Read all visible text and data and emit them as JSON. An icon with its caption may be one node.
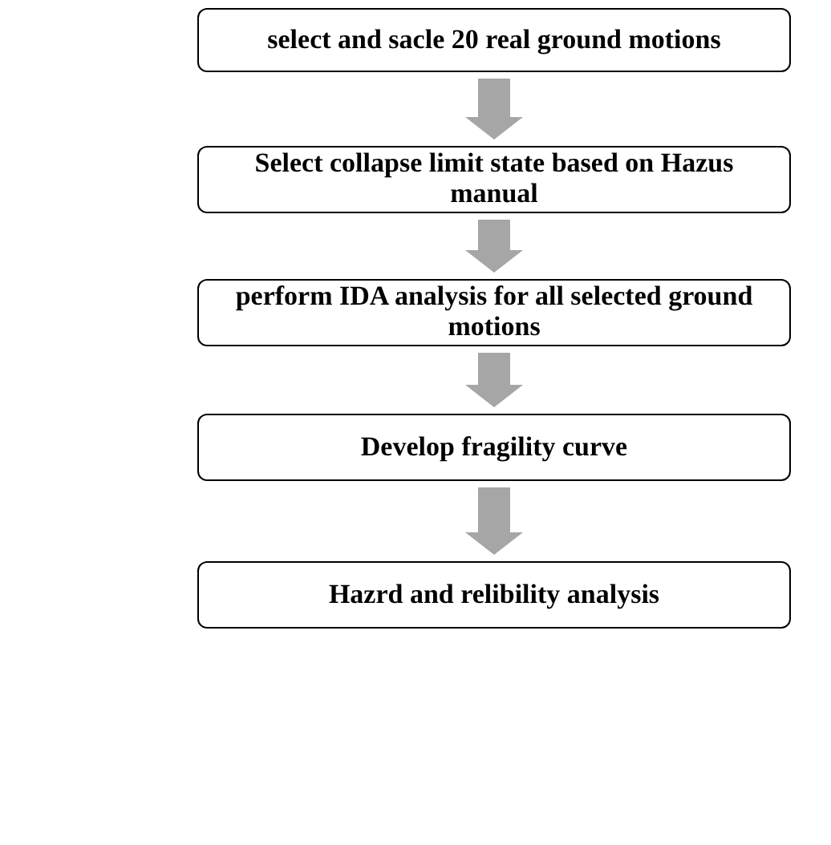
{
  "diagram": {
    "nodes": [
      {
        "text": [
          "select and sacle 20 real ground motions"
        ]
      },
      {
        "text": [
          "Select collapse limit state based on Hazus manual"
        ]
      },
      {
        "text": [
          "perform IDA analysis for all selected ground motions"
        ]
      },
      {
        "text": [
          "Develop fragility curve"
        ]
      },
      {
        "text": [
          "Hazrd and relibility analysis"
        ]
      }
    ],
    "edges": [
      {
        "from": 0,
        "to": 1,
        "arrow": "to"
      },
      {
        "from": 1,
        "to": 2,
        "arrow": "to"
      },
      {
        "from": 2,
        "to": 3,
        "arrow": "to"
      },
      {
        "from": 3,
        "to": 4,
        "arrow": "to"
      }
    ]
  }
}
